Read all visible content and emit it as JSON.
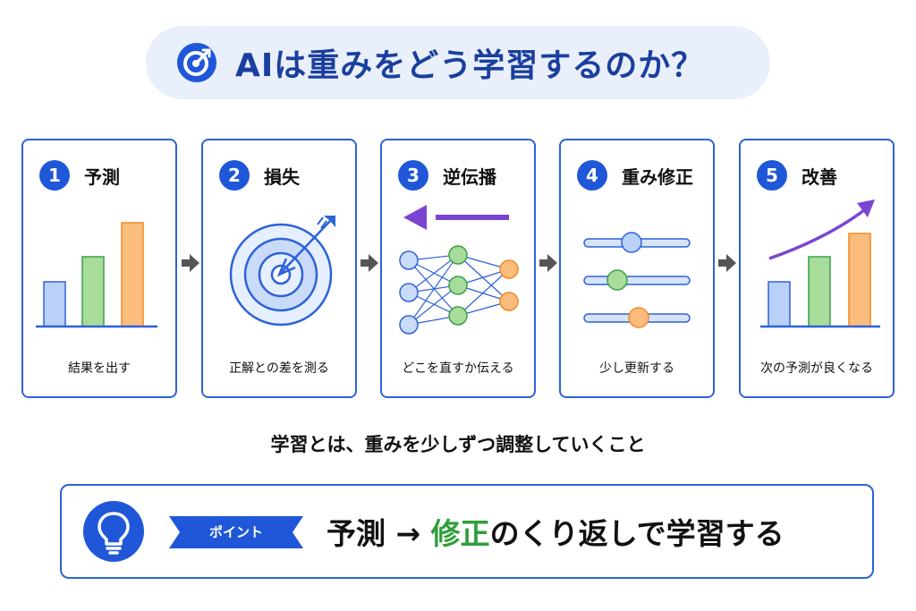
{
  "title": "AIは重みをどう学習するのか？",
  "steps": [
    {
      "number": "1",
      "title": "予測",
      "caption": "結果を出す"
    },
    {
      "number": "2",
      "title": "損失",
      "caption": "正解との差を測る"
    },
    {
      "number": "3",
      "title": "逆伝播",
      "caption": "どこを直すか伝える"
    },
    {
      "number": "4",
      "title": "重み修正",
      "caption": "少し更新する"
    },
    {
      "number": "5",
      "title": "改善",
      "caption": "次の予測が良くなる"
    }
  ],
  "summary": "学習とは、重みを少しずつ調整していくこと",
  "point": {
    "tag": "ポイント",
    "text_before": "予測 → ",
    "text_highlight": "修正",
    "text_after": "のくり返しで学習する"
  },
  "colors": {
    "primary": "#1f57d8",
    "border": "#2d62d8",
    "title_bg": "#e9effb",
    "bar_blue": "#b9d0f7",
    "bar_green": "#a8dc9a",
    "bar_orange": "#fbbd7e",
    "arrow_purple": "#7a45d1",
    "highlight_green": "#2f9e3a"
  }
}
